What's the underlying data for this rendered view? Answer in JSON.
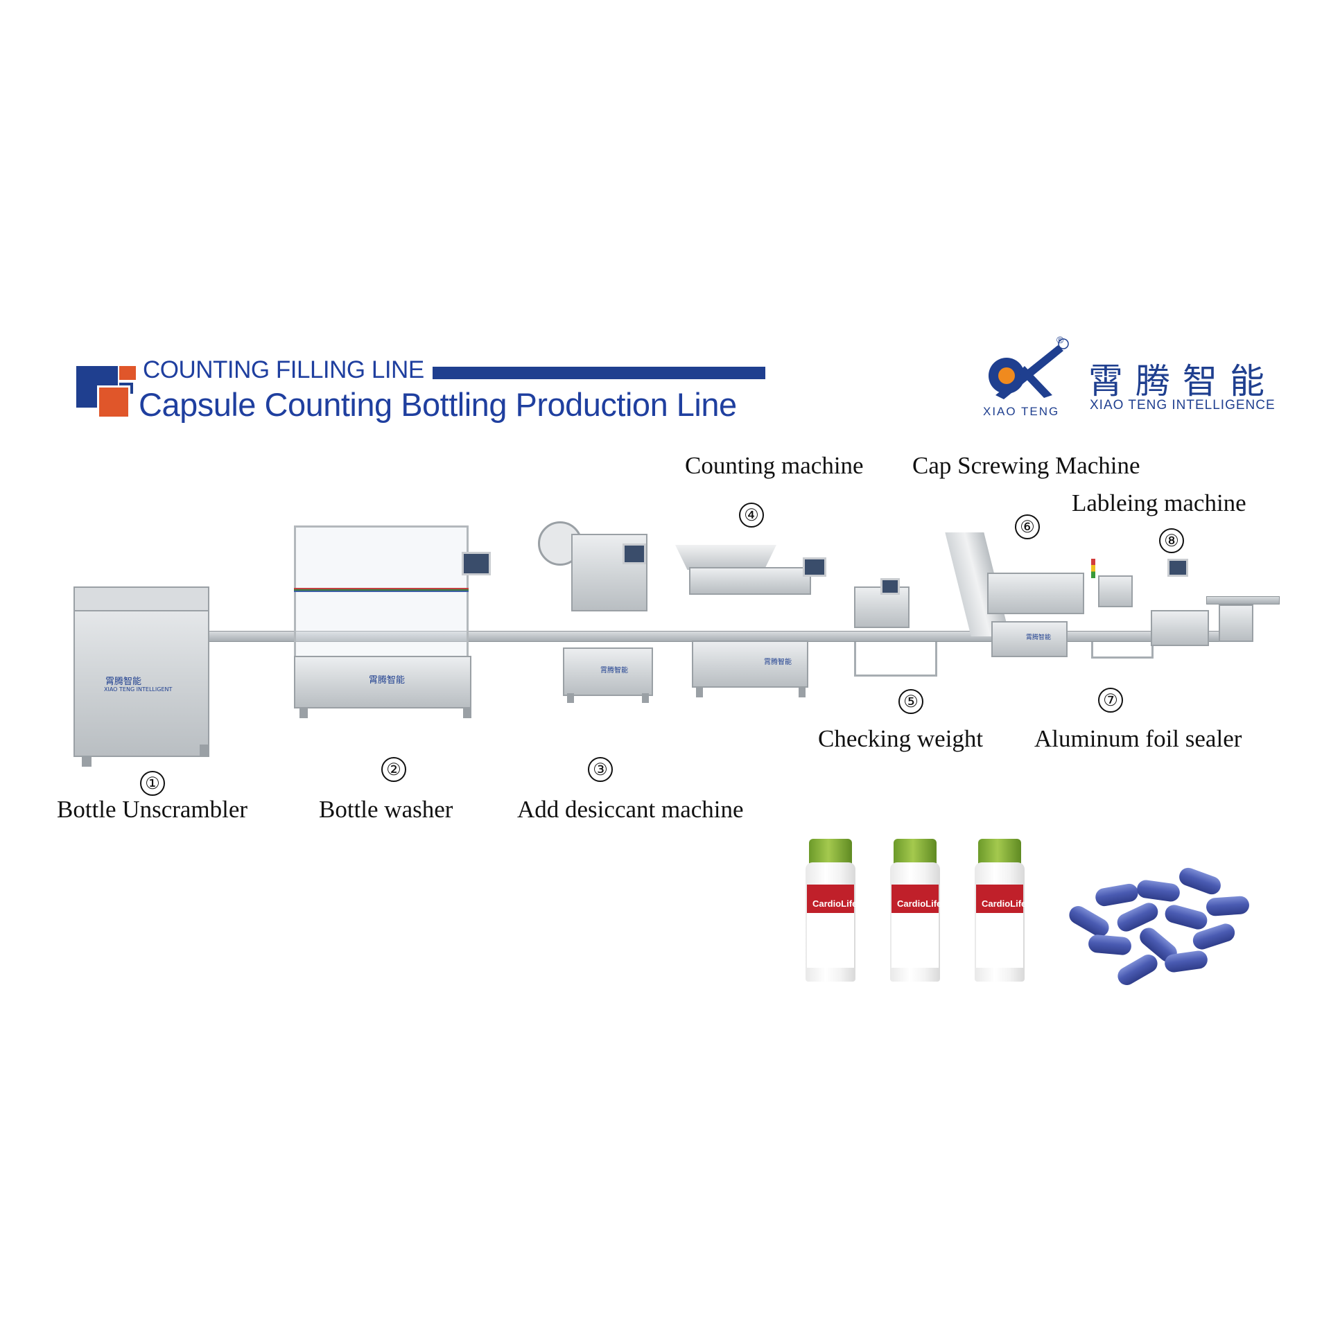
{
  "header": {
    "line1": "COUNTING FILLING LINE",
    "line2": "Capsule Counting Bottling Production Line",
    "accent_color": "#1f3f9f",
    "secondary_color": "#e0562a"
  },
  "logo": {
    "mark_text": "XIAO TENG",
    "registered": "®",
    "cn_name": "霄腾智能",
    "en_name": "XIAO TENG INTELLIGENCE"
  },
  "stations": [
    {
      "num": "①",
      "label": "Bottle Unscrambler"
    },
    {
      "num": "②",
      "label": "Bottle washer"
    },
    {
      "num": "③",
      "label": "Add desiccant machine"
    },
    {
      "num": "④",
      "label": "Counting machine"
    },
    {
      "num": "⑤",
      "label": "Checking weight"
    },
    {
      "num": "⑥",
      "label": "Cap Screwing Machine"
    },
    {
      "num": "⑦",
      "label": "Aluminum foil sealer"
    },
    {
      "num": "⑧",
      "label": "Lableing machine"
    }
  ],
  "machine_panel": {
    "cn": "霄腾智能",
    "en": "XIAO TENG INTELLIGENT"
  },
  "product": {
    "brand": "CardioLife",
    "bottle_count": 3,
    "capsule_color": "#4a5bb2"
  }
}
